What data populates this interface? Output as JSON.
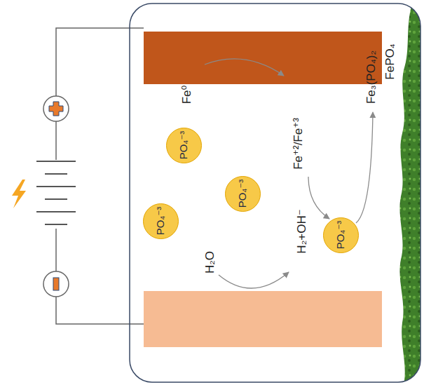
{
  "diagram": {
    "nodes": [
      {
        "text": [
          "PO₄⁻³"
        ]
      },
      {
        "text": [
          "PO₄⁻³"
        ]
      },
      {
        "text": [
          "PO₄⁻³"
        ]
      },
      {
        "text": [
          "PO₄⁻³"
        ]
      }
    ],
    "labels": [
      "Fe⁰",
      "Fe⁺²/Fe⁺³",
      "Fe₃(PO₄)₂",
      "FePO₄",
      "H₂O",
      "H₂+OH⁻"
    ]
  }
}
